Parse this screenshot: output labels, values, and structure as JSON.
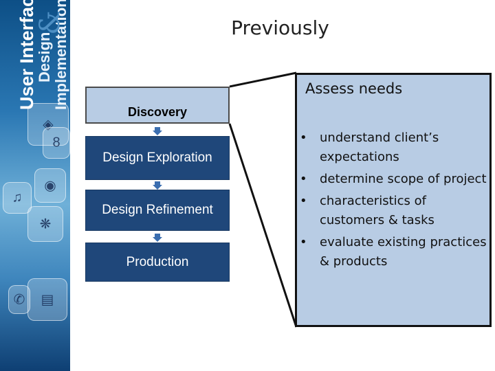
{
  "slide": {
    "title": "Previously"
  },
  "branding": {
    "line1": "User Interface",
    "line2": "Design",
    "line3": "Implementation",
    "ampersand": "&"
  },
  "process": {
    "steps": [
      "Discovery",
      "Design Exploration",
      "Design Refinement",
      "Production"
    ]
  },
  "callout": {
    "heading": "Assess needs",
    "bullet_char": "•",
    "items": [
      "understand client’s expectations",
      "determine scope of project",
      "characteristics of customers & tasks",
      "evaluate existing practices & products"
    ]
  },
  "colors": {
    "panel_bg": "#b8cce4",
    "step_dark": "#1f477a",
    "arrow": "#3b6eb0",
    "sidebar": "#2a77b3"
  }
}
